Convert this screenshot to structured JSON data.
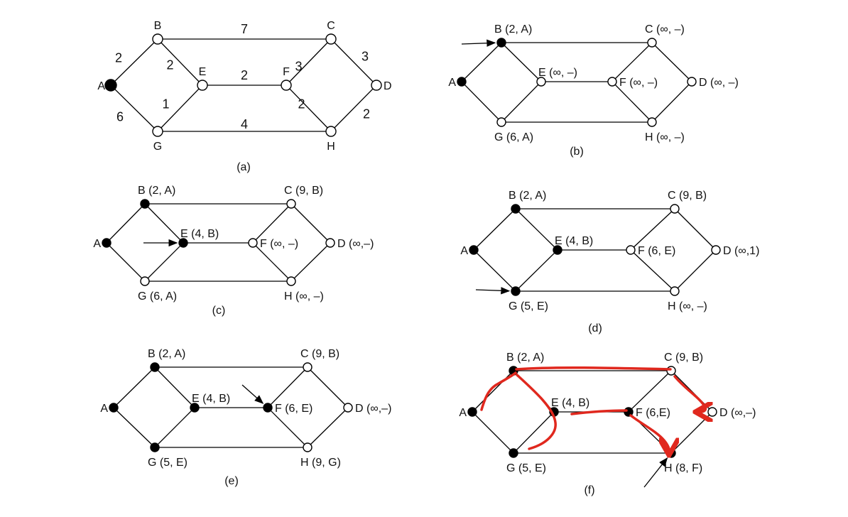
{
  "graph_a": {
    "caption": "(a)",
    "node_labels": {
      "A": "A",
      "B": "B",
      "C": "C",
      "D": "D",
      "E": "E",
      "F": "F",
      "G": "G",
      "H": "H"
    },
    "visited": [
      "A"
    ],
    "edges": [
      {
        "from": "A",
        "to": "B",
        "weight": "2"
      },
      {
        "from": "A",
        "to": "G",
        "weight": "6"
      },
      {
        "from": "B",
        "to": "E",
        "weight": "2"
      },
      {
        "from": "B",
        "to": "C",
        "weight": "7"
      },
      {
        "from": "G",
        "to": "E",
        "weight": "1"
      },
      {
        "from": "E",
        "to": "F",
        "weight": "2"
      },
      {
        "from": "G",
        "to": "H",
        "weight": "4"
      },
      {
        "from": "F",
        "to": "C",
        "weight": "3"
      },
      {
        "from": "F",
        "to": "H",
        "weight": "2"
      },
      {
        "from": "C",
        "to": "D",
        "weight": "3"
      },
      {
        "from": "H",
        "to": "D",
        "weight": "2"
      }
    ]
  },
  "steps": [
    {
      "caption": "(b)",
      "arrow_to": "B",
      "visited": [
        "A",
        "B"
      ],
      "node_labels": {
        "A": "A",
        "B": "B (2, A)",
        "C": "C (∞, –)",
        "D": "D (∞, –)",
        "E": "E (∞, –)",
        "F": "F (∞, –)",
        "G": "G (6, A)",
        "H": "H (∞, –)"
      }
    },
    {
      "caption": "(c)",
      "arrow_to": "E",
      "visited": [
        "A",
        "B",
        "E"
      ],
      "node_labels": {
        "A": "A",
        "B": "B (2, A)",
        "C": "C (9, B)",
        "D": "D (∞,–)",
        "E": "E (4, B)",
        "F": "F (∞, –)",
        "G": "G (6, A)",
        "H": "H (∞, –)"
      }
    },
    {
      "caption": "(d)",
      "arrow_to": "G",
      "visited": [
        "A",
        "B",
        "E",
        "G"
      ],
      "node_labels": {
        "A": "A",
        "B": "B (2, A)",
        "C": "C (9, B)",
        "D": "D (∞,1)",
        "E": "E (4, B)",
        "F": "F (6, E)",
        "G": "G (5, E)",
        "H": "H (∞, –)"
      }
    },
    {
      "caption": "(e)",
      "arrow_to": "F",
      "visited": [
        "A",
        "B",
        "E",
        "G",
        "F"
      ],
      "node_labels": {
        "A": "A",
        "B": "B (2, A)",
        "C": "C (9, B)",
        "D": "D (∞,–)",
        "E": "E (4, B)",
        "F": "F (6, E)",
        "G": "G (5, E)",
        "H": "H (9, G)"
      }
    },
    {
      "caption": "(f)",
      "arrow_to": "H",
      "visited": [
        "A",
        "B",
        "E",
        "G",
        "F",
        "H"
      ],
      "node_labels": {
        "A": "A",
        "B": "B (2, A)",
        "C": "C (9, B)",
        "D": "D (∞,–)",
        "E": "E (4, B)",
        "F": "F (6,E)",
        "G": "G (5, E)",
        "H": "H (8, F)"
      }
    }
  ],
  "colors": {
    "annotation": "#e0281e",
    "node_fill": "#000000",
    "node_empty": "#ffffff"
  }
}
